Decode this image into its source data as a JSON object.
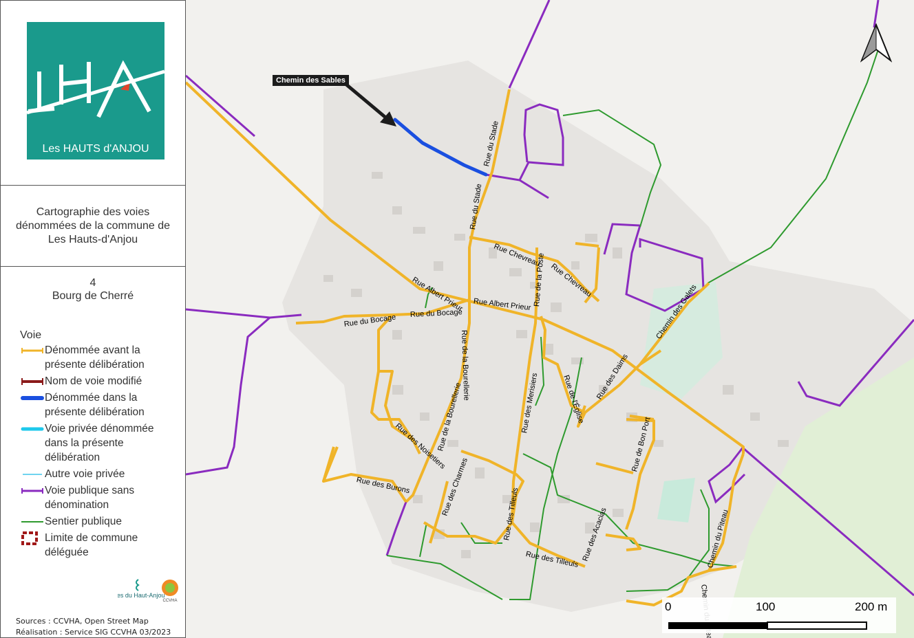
{
  "logo": {
    "text": "Les HAUTS d'ANJOU",
    "brand_color": "#1a9a8c",
    "icon": "lha-logo-icon"
  },
  "description": "Cartographie des voies dénommées de la commune de Les Hauts-d'Anjou",
  "sheet": {
    "number": "4",
    "name": "Bourg de Cherré"
  },
  "legend": {
    "title": "Voie",
    "items": [
      {
        "label": "Dénommée avant la présente délibération",
        "color": "#f0b429"
      },
      {
        "label": "Nom de voie modifié",
        "color": "#8b1a1a"
      },
      {
        "label": "Dénommée dans la présente délibération",
        "color": "#1a4fe0"
      },
      {
        "label": "Voie privée dénommée dans la présente délibération",
        "color": "#1ec8ec"
      },
      {
        "label": "Autre voie privée",
        "color": "#6fd4f0"
      },
      {
        "label": "Voie publique sans dénomination",
        "color": "#8a2bbf"
      },
      {
        "label": "Sentier publique",
        "color": "#2e9a2e"
      },
      {
        "label": "Limite de commune déléguée",
        "color": "#a01818"
      }
    ]
  },
  "partners": {
    "left": "Vallées du Haut-Anjou",
    "right": "CCVHA"
  },
  "sources": "Sources : CCVHA, Open Street Map",
  "realisation": "Réalisation : Service SIG CCVHA 03/2023",
  "callout": "Chemin des Sables",
  "street_labels": {
    "rue_du_stade_1": "Rue du Stade",
    "rue_du_stade_2": "Rue du Stade",
    "rue_chevreau": "Rue Chevreau",
    "rue_chevreau_2": "Rue Chevreau",
    "rue_de_la_poste": "Rue de la Poste",
    "rue_albert_prieur_1": "Rue Albert Prieur",
    "rue_albert_prieur_2": "Rue Albert Prieur",
    "rue_du_bocage_1": "Rue du Bocage",
    "rue_du_bocage_2": "Rue du Bocage",
    "rue_bourellerie": "Rue de la Bourellerie",
    "rue_bourellerie_2": "Rue de la Bourellerie",
    "rue_des_merisiers": "Rue des Merisiers",
    "rue_de_l_eglise": "Rue de l'Église",
    "rue_des_daims": "Rue des Daims",
    "chemin_des_galets": "Chemin des Galets",
    "rue_des_noisetiers": "Rue des Noisetiers",
    "rue_des_burons": "Rue des Burons",
    "rue_des_charmes": "Rue des Charmes",
    "rue_des_tilleuls_1": "Rue des Tilleuls",
    "rue_des_tilleuls_2": "Rue des Tilleuls",
    "rue_des_acacias": "Rue des Acacias",
    "rue_de_bon_port": "Rue de Bon Port",
    "chemin_du_piteau": "Chemin du Piteau",
    "chemin_du_piteau_2": "Chemin du Piteau"
  },
  "scale": {
    "labels": [
      "0",
      "100",
      "200 m"
    ]
  },
  "north_icon": "north-arrow-icon"
}
